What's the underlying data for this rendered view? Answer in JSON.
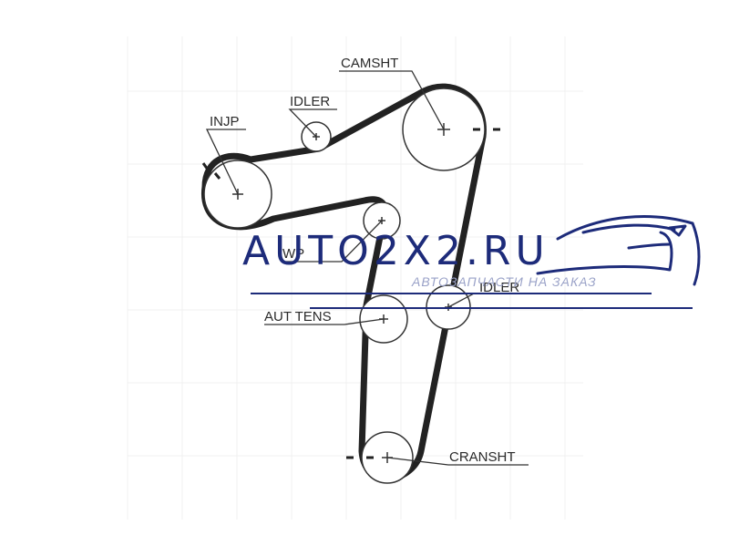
{
  "diagram": {
    "labels": {
      "camshaft": "CAMSHT",
      "idler_top": "IDLER",
      "injection_pump": "INJP",
      "water_pump": "WP",
      "idler_right": "IDLER",
      "auto_tensioner": "AUT TENS",
      "crankshaft": "CRANSHT"
    }
  },
  "watermark": {
    "title": "AUTO2X2.RU",
    "subtitle": "АВТОЗАПЧАСТИ НА ЗАКАЗ",
    "color": "#1d2b7a"
  },
  "colors": {
    "belt": "#222222",
    "line": "#2a2a2a",
    "background": "#ffffff"
  }
}
